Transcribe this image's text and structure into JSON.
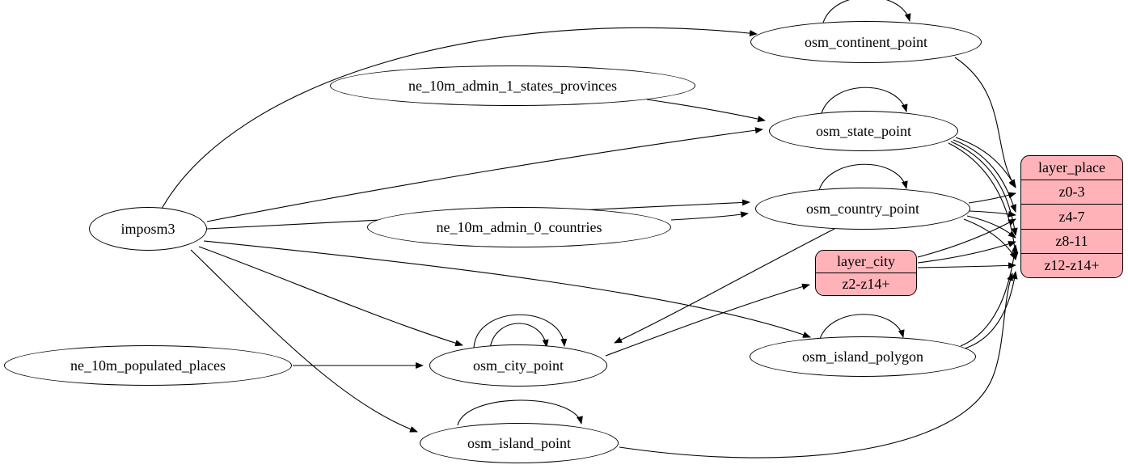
{
  "diagram": {
    "type": "graphviz-digraph",
    "description": "ETL dataflow graph: imposm3 and natural-earth sources feed osm place tables which feed layer_city and layer_place zoom rows",
    "colors": {
      "background": "#ffffff",
      "node_fill": "#ffffff",
      "record_fill": "#ffb3b9",
      "stroke": "#000000"
    },
    "nodes": [
      {
        "id": "imposm3",
        "shape": "ellipse",
        "label": "imposm3"
      },
      {
        "id": "ne_10m_admin_1_states_provinces",
        "shape": "ellipse",
        "label": "ne_10m_admin_1_states_provinces"
      },
      {
        "id": "ne_10m_admin_0_countries",
        "shape": "ellipse",
        "label": "ne_10m_admin_0_countries"
      },
      {
        "id": "ne_10m_populated_places",
        "shape": "ellipse",
        "label": "ne_10m_populated_places"
      },
      {
        "id": "osm_continent_point",
        "shape": "ellipse",
        "label": "osm_continent_point"
      },
      {
        "id": "osm_state_point",
        "shape": "ellipse",
        "label": "osm_state_point"
      },
      {
        "id": "osm_country_point",
        "shape": "ellipse",
        "label": "osm_country_point"
      },
      {
        "id": "osm_city_point",
        "shape": "ellipse",
        "label": "osm_city_point"
      },
      {
        "id": "osm_island_polygon",
        "shape": "ellipse",
        "label": "osm_island_polygon"
      },
      {
        "id": "osm_island_point",
        "shape": "ellipse",
        "label": "osm_island_point"
      },
      {
        "id": "layer_city",
        "shape": "record",
        "title": "layer_city",
        "rows": [
          "z2-z14+"
        ]
      },
      {
        "id": "layer_place",
        "shape": "record",
        "title": "layer_place",
        "rows": [
          "z0-3",
          "z4-7",
          "z8-11",
          "z12-z14+"
        ]
      }
    ],
    "edges": [
      {
        "from": "imposm3",
        "to": "osm_continent_point"
      },
      {
        "from": "imposm3",
        "to": "osm_state_point"
      },
      {
        "from": "imposm3",
        "to": "osm_country_point"
      },
      {
        "from": "imposm3",
        "to": "osm_city_point"
      },
      {
        "from": "imposm3",
        "to": "osm_island_polygon"
      },
      {
        "from": "imposm3",
        "to": "osm_island_point"
      },
      {
        "from": "ne_10m_admin_1_states_provinces",
        "to": "osm_state_point"
      },
      {
        "from": "ne_10m_admin_0_countries",
        "to": "osm_country_point"
      },
      {
        "from": "ne_10m_populated_places",
        "to": "osm_city_point"
      },
      {
        "from": "osm_country_point",
        "to": "osm_city_point"
      },
      {
        "from": "osm_continent_point",
        "to": "osm_continent_point"
      },
      {
        "from": "osm_state_point",
        "to": "osm_state_point"
      },
      {
        "from": "osm_country_point",
        "to": "osm_country_point"
      },
      {
        "from": "osm_city_point",
        "to": "osm_city_point"
      },
      {
        "from": "osm_city_point",
        "to": "osm_city_point",
        "port": "inner"
      },
      {
        "from": "osm_island_polygon",
        "to": "osm_island_polygon"
      },
      {
        "from": "osm_island_point",
        "to": "osm_island_point"
      },
      {
        "from": "osm_city_point",
        "to": "layer_city",
        "port": "z2-z14+"
      },
      {
        "from": "osm_continent_point",
        "to": "layer_place",
        "port": "z0-3"
      },
      {
        "from": "osm_state_point",
        "to": "layer_place",
        "port": "z0-3"
      },
      {
        "from": "osm_country_point",
        "to": "layer_place",
        "port": "z0-3"
      },
      {
        "from": "osm_state_point",
        "to": "layer_place",
        "port": "z4-7"
      },
      {
        "from": "osm_country_point",
        "to": "layer_place",
        "port": "z4-7"
      },
      {
        "from": "layer_city",
        "to": "layer_place",
        "port": "z4-7"
      },
      {
        "from": "osm_state_point",
        "to": "layer_place",
        "port": "z8-11"
      },
      {
        "from": "osm_country_point",
        "to": "layer_place",
        "port": "z8-11"
      },
      {
        "from": "layer_city",
        "to": "layer_place",
        "port": "z8-11"
      },
      {
        "from": "osm_island_polygon",
        "to": "layer_place",
        "port": "z8-11"
      },
      {
        "from": "osm_state_point",
        "to": "layer_place",
        "port": "z12-z14+"
      },
      {
        "from": "osm_country_point",
        "to": "layer_place",
        "port": "z12-z14+"
      },
      {
        "from": "layer_city",
        "to": "layer_place",
        "port": "z12-z14+"
      },
      {
        "from": "osm_island_polygon",
        "to": "layer_place",
        "port": "z12-z14+"
      },
      {
        "from": "osm_island_point",
        "to": "layer_place",
        "port": "z12-z14+"
      }
    ]
  }
}
